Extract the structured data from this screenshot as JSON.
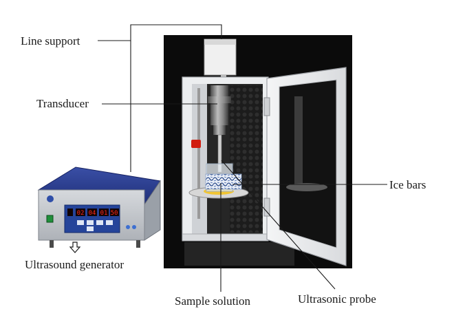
{
  "labels": {
    "line_support": "Line support",
    "transducer": "Transducer",
    "ice_bars": "Ice bars",
    "ultrasound_generator": "Ultrasound generator",
    "sample_solution": "Sample solution",
    "ultrasonic_probe": "Ultrasonic probe"
  },
  "generator_display": {
    "digits": [
      "02",
      "04",
      "01",
      "50"
    ]
  },
  "colors": {
    "cabinet_back": "#0b0b0b",
    "cabinet_body": "#ecedee",
    "generator_top": "#2a3d8f",
    "generator_front": "#c9ccd1",
    "panel_blue": "#25449a",
    "led_red": "#ff2a1a",
    "leader_line": "#1a1a1a"
  }
}
